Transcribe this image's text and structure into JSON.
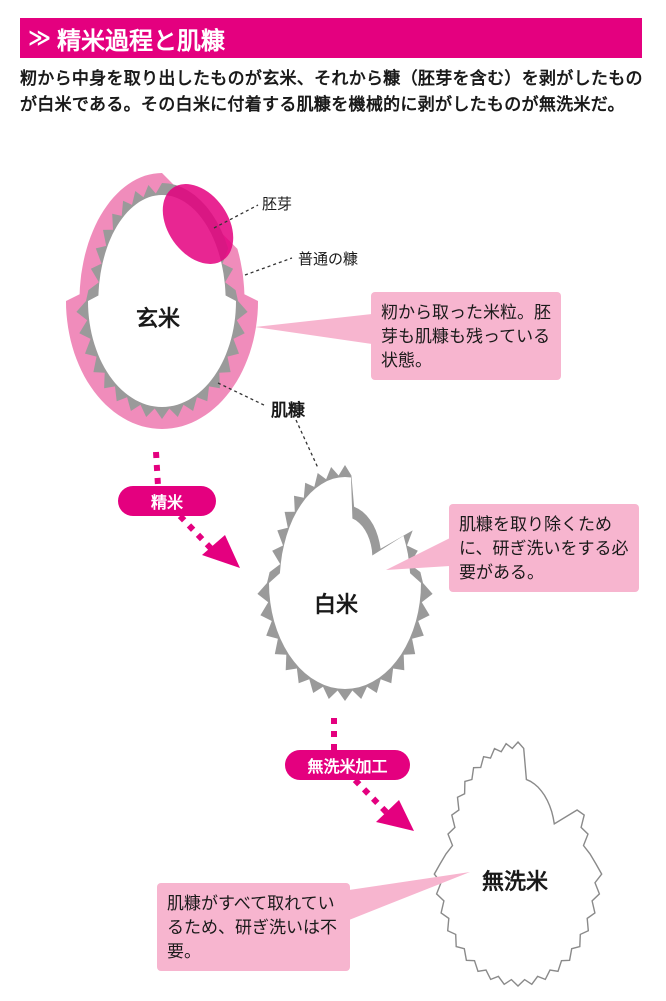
{
  "header": {
    "marker": "≫",
    "title": "精米過程と肌糠"
  },
  "intro_text": "籾から中身を取り出したものが玄米、それから糠（胚芽を含む）を剥がしたものが白米である。その白米に付着する肌糠を機械的に剥がしたものが無洗米だ。",
  "labels": {
    "germ": "胚芽",
    "normal_bran": "普通の糠",
    "skin_bran": "肌糠",
    "brown_rice": "玄米",
    "white_rice": "白米",
    "musenmai": "無洗米"
  },
  "callouts": {
    "brown_rice": "籾から取った米粒。胚芽も肌糠も残っている状態。",
    "white_rice": "肌糠を取り除くために、研ぎ洗いをする必要がある。",
    "musenmai": "肌糠がすべて取れているため、研ぎ洗いは不要。"
  },
  "steps": {
    "polishing": "精米",
    "musenmai_processing": "無洗米加工"
  },
  "colors": {
    "accent": "#e4007f",
    "light_pink": "#f7b5cf",
    "bran_pink": "#f08cbb",
    "grain_gray": "#9a9a9a"
  }
}
